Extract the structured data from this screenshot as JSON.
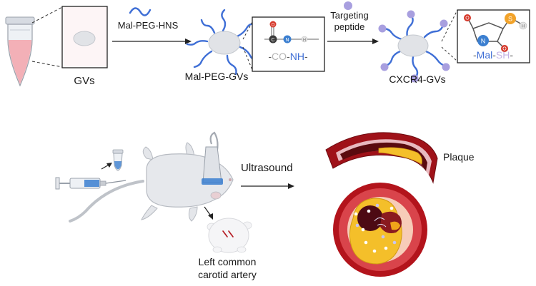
{
  "labels": {
    "gvs": "GVs",
    "mal_peg_hns": "Mal-PEG-HNS",
    "mal_peg_gvs": "Mal-PEG-GVs",
    "targeting_line1": "Targeting",
    "targeting_line2": "peptide",
    "cxcr4_gvs": "CXCR4-GVs",
    "ultrasound": "Ultrasound",
    "plaque": "Plaque",
    "lcca_line1": "Left common",
    "lcca_line2": "carotid artery"
  },
  "linkage_co_nh": {
    "prefix": "-",
    "co": "CO",
    "sep": "-",
    "nh": "NH",
    "suffix": "-",
    "atom_o": "O",
    "atom_c": "C",
    "atom_n": "N",
    "atom_h": "H"
  },
  "linkage_mal_sh": {
    "prefix": "-",
    "mal": "Mal",
    "sep": "-",
    "sh": "SH",
    "suffix": "-",
    "atom_o": "O",
    "atom_n": "N",
    "atom_s": "S",
    "atom_h": "H"
  },
  "colors": {
    "peg_chain": "#3f6fd6",
    "peptide": "#9a8fd8",
    "co_text": "#b5b5b5",
    "nh_text": "#3f6fd6",
    "mal_text": "#3f6fd6",
    "sh_text": "#c3b3e6",
    "vessel": "#b3141c",
    "plaque": "#f4bf2a"
  }
}
